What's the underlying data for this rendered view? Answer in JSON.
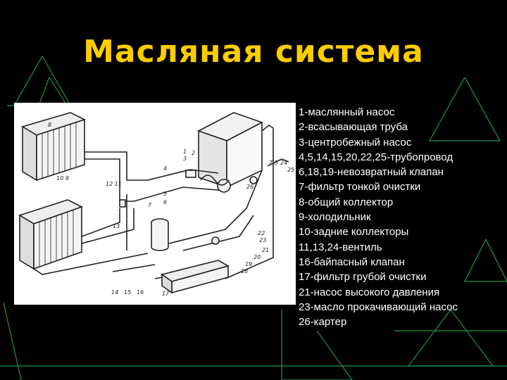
{
  "slide": {
    "title": "Масляная система",
    "title_color": "#FFCC00",
    "background": "#000000",
    "line_color": "#1E7F3C",
    "text_color": "#FFFFFF"
  },
  "diagram": {
    "icon": "oil-system-schematic",
    "labels": [
      "8",
      "10",
      "9",
      "12",
      "11",
      "1",
      "2",
      "3",
      "4",
      "5",
      "6",
      "7",
      "13",
      "7.5",
      "24",
      "25",
      "26",
      "22",
      "23",
      "21",
      "20",
      "19",
      "18",
      "17",
      "14",
      "15",
      "16"
    ]
  },
  "legend": [
    "1-маслянный насос",
    "2-всасывающая труба",
    "3-центробежный насос",
    "4,5,14,15,20,22,25-трубопровод",
    "6,18,19-невозвратный клапан",
    "7-фильтр тонкой очистки",
    "8-общий коллектор",
    "9-холодильник",
    "10-задние коллекторы",
    "11,13,24-вентиль",
    "16-байпасный клапан",
    "17-фильтр грубой очистки",
    "21-насос высокого давления",
    "23-масло прокачивающий насос",
    "26-картер"
  ]
}
